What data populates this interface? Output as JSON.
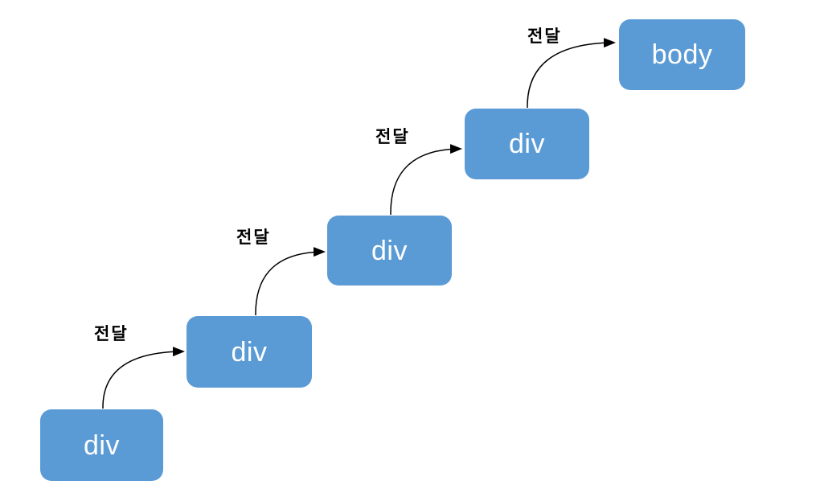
{
  "diagram": {
    "nodes": [
      {
        "id": "node-1",
        "label": "div"
      },
      {
        "id": "node-2",
        "label": "div"
      },
      {
        "id": "node-3",
        "label": "div"
      },
      {
        "id": "node-4",
        "label": "div"
      },
      {
        "id": "node-5",
        "label": "body"
      }
    ],
    "arrows": [
      {
        "id": "arrow-1",
        "label": "전달",
        "from": "node-1",
        "to": "node-2"
      },
      {
        "id": "arrow-2",
        "label": "전달",
        "from": "node-2",
        "to": "node-3"
      },
      {
        "id": "arrow-3",
        "label": "전달",
        "from": "node-3",
        "to": "node-4"
      },
      {
        "id": "arrow-4",
        "label": "전달",
        "from": "node-4",
        "to": "node-5"
      }
    ],
    "colors": {
      "background": "#ffffff",
      "node_fill": "#5b9bd5",
      "node_text": "#ffffff",
      "arrow_stroke": "#000000",
      "arrow_label_text": "#000000"
    }
  }
}
